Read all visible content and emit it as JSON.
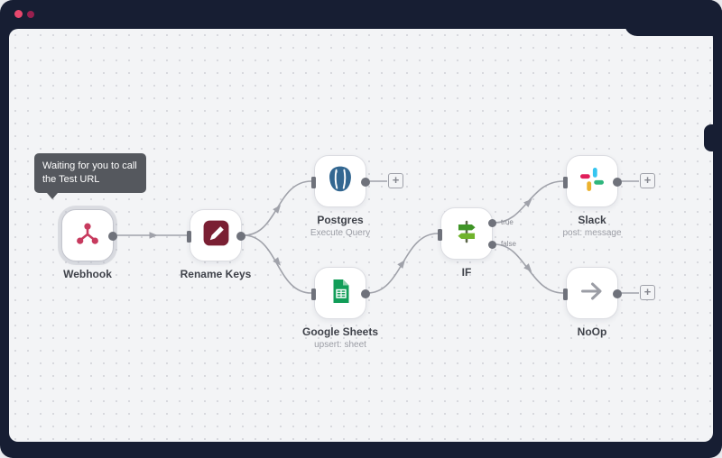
{
  "window": {
    "controls": [
      "#e8486e",
      "#99204f"
    ]
  },
  "canvas": {
    "tooltip_text": "Waiting for you to call the Test URL",
    "plus_label": "+"
  },
  "nodes": {
    "webhook": {
      "label": "Webhook"
    },
    "rename_keys": {
      "label": "Rename Keys"
    },
    "postgres": {
      "label": "Postgres",
      "sublabel": "Execute Query"
    },
    "google_sheets": {
      "label": "Google Sheets",
      "sublabel": "upsert: sheet"
    },
    "if": {
      "label": "IF",
      "true_label": "true",
      "false_label": "false"
    },
    "slack": {
      "label": "Slack",
      "sublabel": "post: message"
    },
    "noop": {
      "label": "NoOp"
    }
  },
  "colors": {
    "frame": "#171e33",
    "canvas_bg": "#f3f4f6",
    "connector": "#a0a2aa",
    "webhook_icon": "#c73a5e",
    "rename_icon_bg": "#7a1f33",
    "postgres_blue": "#336791",
    "sheets_green": "#119d58",
    "slack_blue": "#36C5F0",
    "slack_green": "#2EB67D",
    "slack_yellow": "#ECB22E",
    "slack_red": "#E01E5A",
    "if_green_dark": "#3f9426",
    "if_green_light": "#6fb32b",
    "noop_gray": "#9b9da5"
  }
}
